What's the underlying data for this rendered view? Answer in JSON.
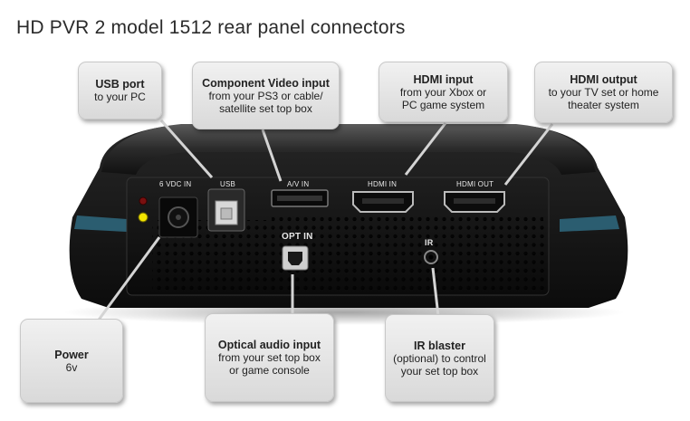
{
  "title": "HD PVR 2 model 1512 rear panel connectors",
  "callouts": {
    "usb": {
      "title": "USB port",
      "sub": "to your PC"
    },
    "component": {
      "title": "Component Video input",
      "sub": "from your PS3 or cable/ satellite set top box"
    },
    "hdmi_in": {
      "title": "HDMI input",
      "sub": "from your Xbox or PC game system"
    },
    "hdmi_out": {
      "title": "HDMI output",
      "sub": "to your TV set or home theater system"
    },
    "power": {
      "title": "Power",
      "sub": "6v"
    },
    "optical": {
      "title": "Optical audio input",
      "sub": "from your set top box or game console"
    },
    "ir": {
      "title": "IR blaster",
      "sub": "(optional) to control your set top box"
    }
  },
  "panel_labels": {
    "dc_in": "6 VDC IN",
    "usb": "USB",
    "av_in": "A/V IN",
    "hdmi_in": "HDMI IN",
    "hdmi_out": "HDMI OUT",
    "opt_in": "OPT IN",
    "ir": "IR"
  }
}
